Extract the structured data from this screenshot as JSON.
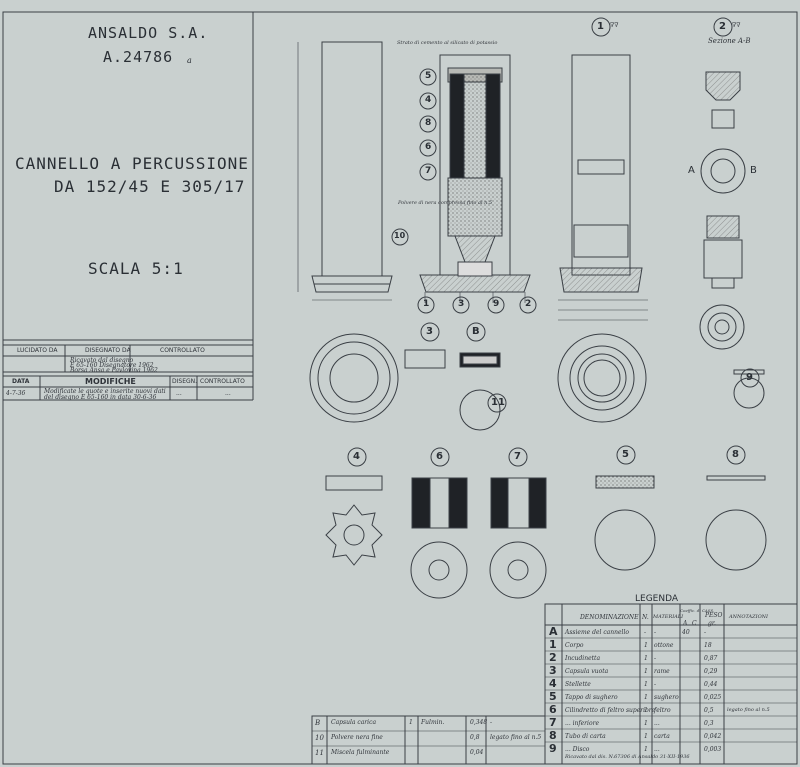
{
  "company": "ANSALDO S.A.",
  "drawing_no": "A.24786",
  "drawing_no_suffix": "a",
  "title_line1": "CANNELLO A PERCUSSIONE",
  "title_line2": "DA 152/45 E 305/17",
  "scale": "SCALA 5:1",
  "signature_header": {
    "lucidato": "LUCIDATO DA",
    "disegnato": "DISEGNATO DA",
    "controllato": "CONTROLLATO"
  },
  "signature_row": {
    "disegnato_by": "Ricavato dal disegno",
    "disegnato_ref": "E 65-160 Disegnatore 1962",
    "disegnato_date": "Borsa Ansa e Pavlovina 1962"
  },
  "modifiche_header": {
    "data": "DATA",
    "modifiche": "MODIFICHE",
    "disegn": "DISEGN.",
    "controllato": "CONTROLLATO"
  },
  "modifiche_row": {
    "date": "4-7-36",
    "text": "Modificate le quote e inserite nuovi dati",
    "text2": "del disegno E 65-160 in data 30-6-36",
    "disegn": "...",
    "controllato": "..."
  },
  "sections": {
    "s1": "1",
    "s1_sub": "∇∇",
    "s2": "2",
    "s2_sub": "∇∇",
    "section_ab": "Sezione A-B",
    "label_a": "A",
    "label_b": "B",
    "s3": "3",
    "sB": "B",
    "s11": "11",
    "s9": "9",
    "s4": "4",
    "s6": "6",
    "s7": "7",
    "s5": "5",
    "s8": "8"
  },
  "callouts_left": [
    "5",
    "4",
    "8",
    "6",
    "7",
    "10"
  ],
  "callouts_bottom": [
    "1",
    "3",
    "9",
    "2"
  ],
  "annotations": {
    "top_note": "Strato di cemento al silicato di potassio",
    "middle_note": "Polvere di nera compressa fino al n.5",
    "ref_note": "Ricavato dal dis. N.67306 di Ansaldo 31-XII-1936"
  },
  "legend": {
    "title": "LEGENDA",
    "headers": [
      "DENOMINAZIONE",
      "N.",
      "MATERIALI",
      "Coeffic. di CASS.",
      "PESO",
      "ANNOTAZIONI"
    ],
    "subheaders": [
      "A",
      "C",
      "gr."
    ],
    "rows": [
      {
        "mark": "A",
        "name": "Assieme del cannello",
        "qty": "-",
        "mat": "-",
        "coef": "40",
        "peso": "-",
        "note": ""
      },
      {
        "mark": "1",
        "name": "Corpo",
        "qty": "1",
        "mat": "ottone",
        "coef": "",
        "peso": "18",
        "note": ""
      },
      {
        "mark": "2",
        "name": "Incudinetta",
        "qty": "1",
        "mat": "-",
        "coef": "",
        "peso": "0,87",
        "note": ""
      },
      {
        "mark": "3",
        "name": "Capsula vuota",
        "qty": "1",
        "mat": "rame",
        "coef": "",
        "peso": "0,29",
        "note": ""
      },
      {
        "mark": "4",
        "name": "Stellette",
        "qty": "1",
        "mat": "-",
        "coef": "",
        "peso": "0,44",
        "note": ""
      },
      {
        "mark": "5",
        "name": "Tappo di sughero",
        "qty": "1",
        "mat": "sughero",
        "coef": "",
        "peso": "0,025",
        "note": ""
      },
      {
        "mark": "6",
        "name": "Cilindretto di feltro superiore",
        "qty": "1",
        "mat": "feltro",
        "coef": "",
        "peso": "0,5",
        "note": "legato fino al n.5"
      },
      {
        "mark": "7",
        "name": "... inferiore",
        "qty": "1",
        "mat": "...",
        "coef": "",
        "peso": "0,3",
        "note": ""
      },
      {
        "mark": "8",
        "name": "Tubo di carta",
        "qty": "1",
        "mat": "carta",
        "coef": "",
        "peso": "0,042",
        "note": ""
      },
      {
        "mark": "9",
        "name": "... Disco",
        "qty": "1",
        "mat": "...",
        "coef": "",
        "peso": "0,003",
        "note": ""
      }
    ],
    "extra_rows": [
      {
        "mark": "B",
        "name": "Capsula carica",
        "qty": "1",
        "mat": "Fulmin.",
        "peso": "0,348",
        "note": "-"
      },
      {
        "mark": "10",
        "name": "Polvere nera fine",
        "qty": "",
        "mat": "",
        "peso": "0,8",
        "note": "legato fino al n.5"
      },
      {
        "mark": "11",
        "name": "Miscela fulminante",
        "qty": "",
        "mat": "",
        "peso": "0,04",
        "note": ""
      }
    ]
  }
}
